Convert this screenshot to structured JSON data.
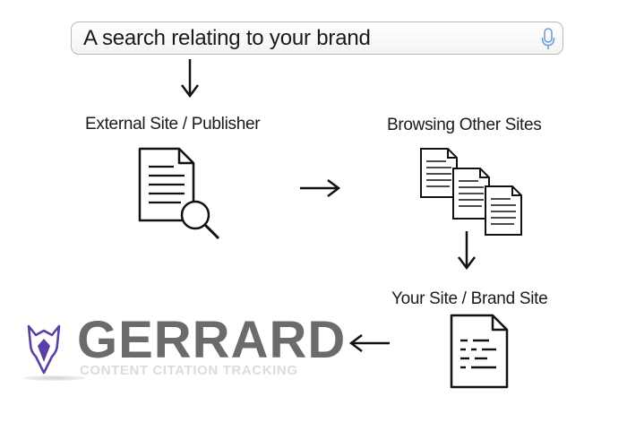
{
  "search": {
    "text": "A search relating to your brand",
    "icon": "microphone-icon"
  },
  "stages": {
    "external": "External Site / Publisher",
    "browsing": "Browsing Other Sites",
    "your_site": "Your Site / Brand Site"
  },
  "brand": {
    "name": "GERRARD",
    "tagline": "CONTENT CITATION TRACKING",
    "accent_color": "#5b3fa6",
    "text_color": "#6b6b6b"
  },
  "icons": {
    "external": "document-search-icon",
    "browsing": "multiple-documents-icon",
    "your_site": "brand-document-icon"
  }
}
